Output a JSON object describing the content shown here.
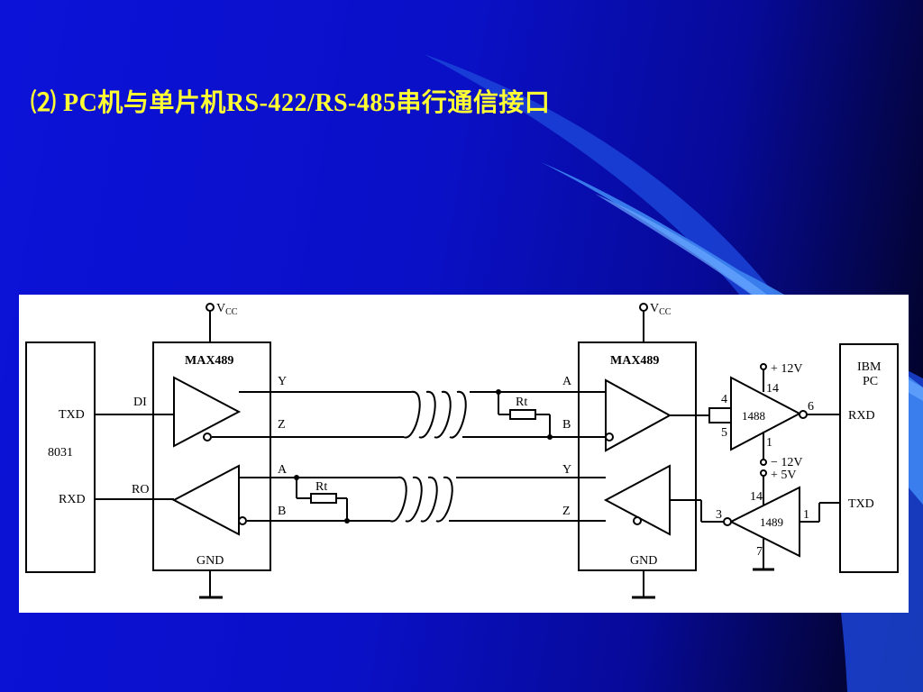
{
  "slide": {
    "title": "⑵ PC机与单片机RS-422/RS-485串行通信接口"
  },
  "diagram": {
    "mcu": {
      "name": "8031",
      "txd": "TXD",
      "rxd": "RXD"
    },
    "left_chip": {
      "name": "MAX489",
      "vcc_sym": "V",
      "vcc_sub": "CC",
      "gnd": "GND",
      "di": "DI",
      "ro": "RO",
      "y": "Y",
      "z": "Z",
      "a": "A",
      "b": "B"
    },
    "right_chip": {
      "name": "MAX489",
      "vcc_sym": "V",
      "vcc_sub": "CC",
      "gnd": "GND",
      "a": "A",
      "b": "B",
      "y": "Y",
      "z": "Z"
    },
    "resistor_label": "Rt",
    "ic1488": {
      "name": "1488",
      "pin_in1": "4",
      "pin_in2": "5",
      "pin_vp": "14",
      "pin_out": "6",
      "pin_vn": "1",
      "vp": "+ 12V",
      "vn": "− 12V"
    },
    "ic1489": {
      "name": "1489",
      "pin_vcc": "14",
      "pin_in": "3",
      "pin_out": "1",
      "pin_gnd": "7",
      "vcc": "+ 5V"
    },
    "pc": {
      "name_line1": "IBM",
      "name_line2": "PC",
      "rxd": "RXD",
      "txd": "TXD"
    }
  },
  "colors": {
    "title": "#ffff33",
    "bg_dark": "#03043a",
    "bg_blue": "#0c12d8",
    "accent": "#2f6fe8"
  }
}
